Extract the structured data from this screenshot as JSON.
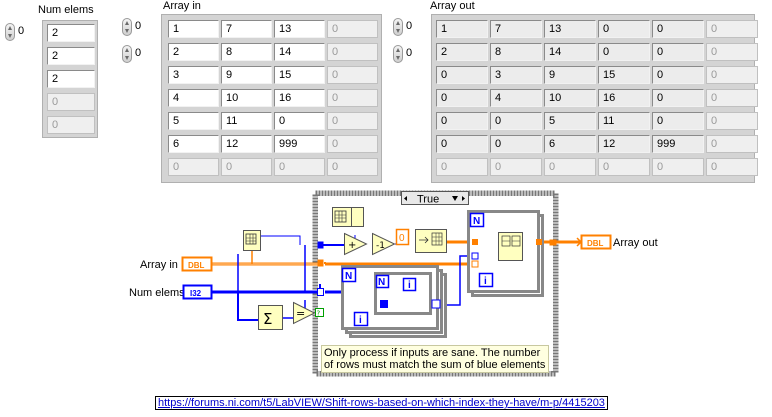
{
  "labels": {
    "num_elems": "Num elems",
    "array_in": "Array in",
    "array_out": "Array out"
  },
  "num_elems_panel": {
    "index": "0",
    "values": [
      "2",
      "2",
      "2",
      "0",
      "0"
    ]
  },
  "array_in_panel": {
    "row_index": "0",
    "col_index": "0",
    "rows": [
      [
        "1",
        "7",
        "13",
        "0"
      ],
      [
        "2",
        "8",
        "14",
        "0"
      ],
      [
        "3",
        "9",
        "15",
        "0"
      ],
      [
        "4",
        "10",
        "16",
        "0"
      ],
      [
        "5",
        "11",
        "0",
        "0"
      ],
      [
        "6",
        "12",
        "999",
        "0"
      ],
      [
        "0",
        "0",
        "0",
        "0"
      ]
    ]
  },
  "array_out_panel": {
    "row_index": "0",
    "col_index": "0",
    "rows": [
      [
        "1",
        "7",
        "13",
        "0",
        "0",
        "0"
      ],
      [
        "2",
        "8",
        "14",
        "0",
        "0",
        "0"
      ],
      [
        "0",
        "3",
        "9",
        "15",
        "0",
        "0"
      ],
      [
        "0",
        "4",
        "10",
        "16",
        "0",
        "0"
      ],
      [
        "0",
        "0",
        "5",
        "11",
        "0",
        "0"
      ],
      [
        "0",
        "0",
        "6",
        "12",
        "999",
        "0"
      ],
      [
        "0",
        "0",
        "0",
        "0",
        "0",
        "0"
      ]
    ]
  },
  "diagram": {
    "array_in_label": "Array in",
    "num_elems_label": "Num elems",
    "array_out_label": "Array out",
    "dbl_tag": "DBL",
    "i32_tag": "I32",
    "case_selector": "True",
    "plus_op": "+",
    "minus_one_op": "-1",
    "zero_const": "0",
    "equals_op": "=",
    "sigma_op": "Σ",
    "n_label": "N",
    "i_label": "i",
    "comment": "Only process if inputs are sane. The number of rows must match the sum of blue elements"
  },
  "link": {
    "url": "https://forums.ni.com/t5/LabVIEW/Shift-rows-based-on-which-index-they-have/m-p/4415203"
  },
  "colors": {
    "dbl_orange": "#ff8000",
    "i32_blue": "#0000ff",
    "bool_green": "#00a000",
    "wire_array_orange": "#ff8000",
    "node_yellow": "#ffffc0"
  }
}
